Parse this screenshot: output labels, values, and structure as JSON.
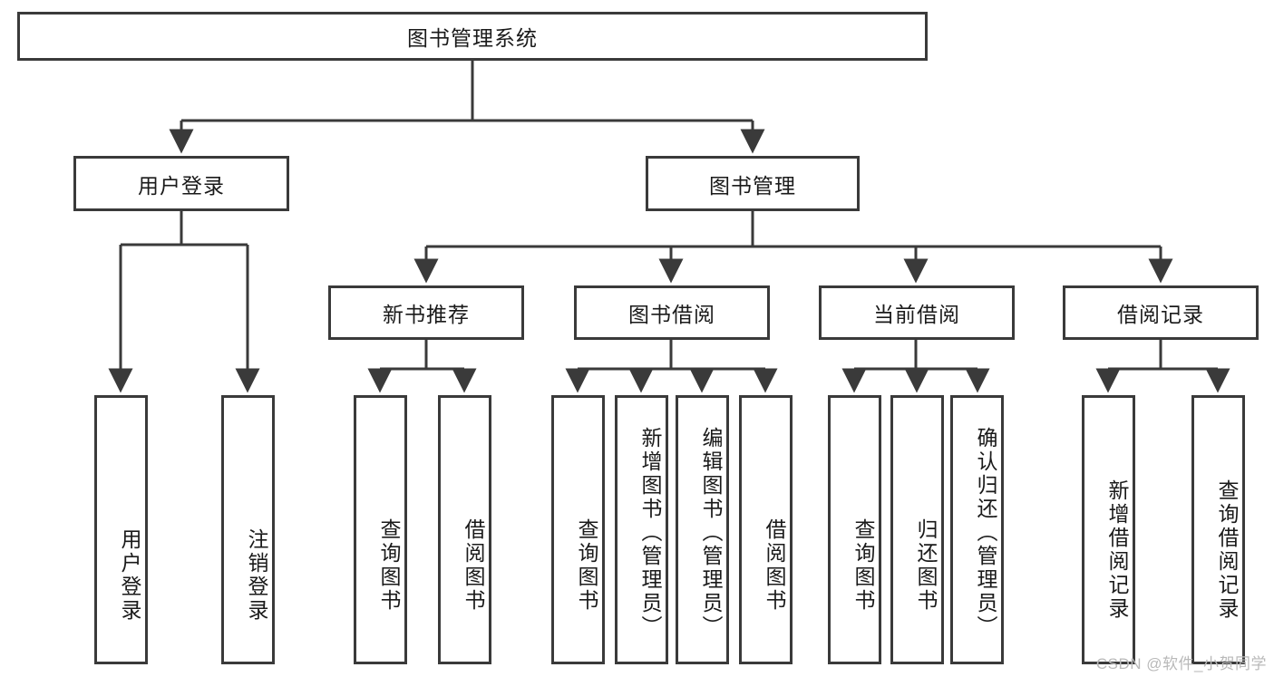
{
  "diagram": {
    "title": "图书管理系统",
    "type": "tree-hierarchy-diagram",
    "colors": {
      "stroke": "#3a3a3a",
      "fill": "#ffffff",
      "text": "#1a1a1a",
      "watermark": "#b9b9b9"
    },
    "levels": {
      "root": {
        "label": "图书管理系统"
      },
      "level2": [
        {
          "id": "user-login",
          "label": "用户登录"
        },
        {
          "id": "book-management",
          "label": "图书管理"
        }
      ],
      "level3": [
        {
          "id": "new-book-recommend",
          "label": "新书推荐"
        },
        {
          "id": "book-borrow",
          "label": "图书借阅"
        },
        {
          "id": "current-borrow",
          "label": "当前借阅"
        },
        {
          "id": "borrow-record",
          "label": "借阅记录"
        }
      ],
      "level4": {
        "user_login": [
          {
            "id": "user-login-leaf",
            "label": "用户登录"
          },
          {
            "id": "logout-leaf",
            "label": "注销登录"
          }
        ],
        "new_book_recommend": [
          {
            "id": "query-book-1",
            "label": "查询图书"
          },
          {
            "id": "borrow-book-1",
            "label": "借阅图书"
          }
        ],
        "book_borrow": [
          {
            "id": "query-book-2",
            "label": "查询图书"
          },
          {
            "id": "add-book",
            "label": "新增图书（管理员）"
          },
          {
            "id": "edit-book",
            "label": "编辑图书（管理员）"
          },
          {
            "id": "borrow-book-2",
            "label": "借阅图书"
          }
        ],
        "current_borrow": [
          {
            "id": "query-book-3",
            "label": "查询图书"
          },
          {
            "id": "return-book",
            "label": "归还图书"
          },
          {
            "id": "confirm-return",
            "label": "确认归还（管理员）"
          }
        ],
        "borrow_record": [
          {
            "id": "add-borrow-record",
            "label": "新增借阅记录"
          },
          {
            "id": "query-borrow-record",
            "label": "查询借阅记录"
          }
        ]
      }
    }
  },
  "watermark": {
    "text": "CSDN @软件_小贺同学"
  }
}
